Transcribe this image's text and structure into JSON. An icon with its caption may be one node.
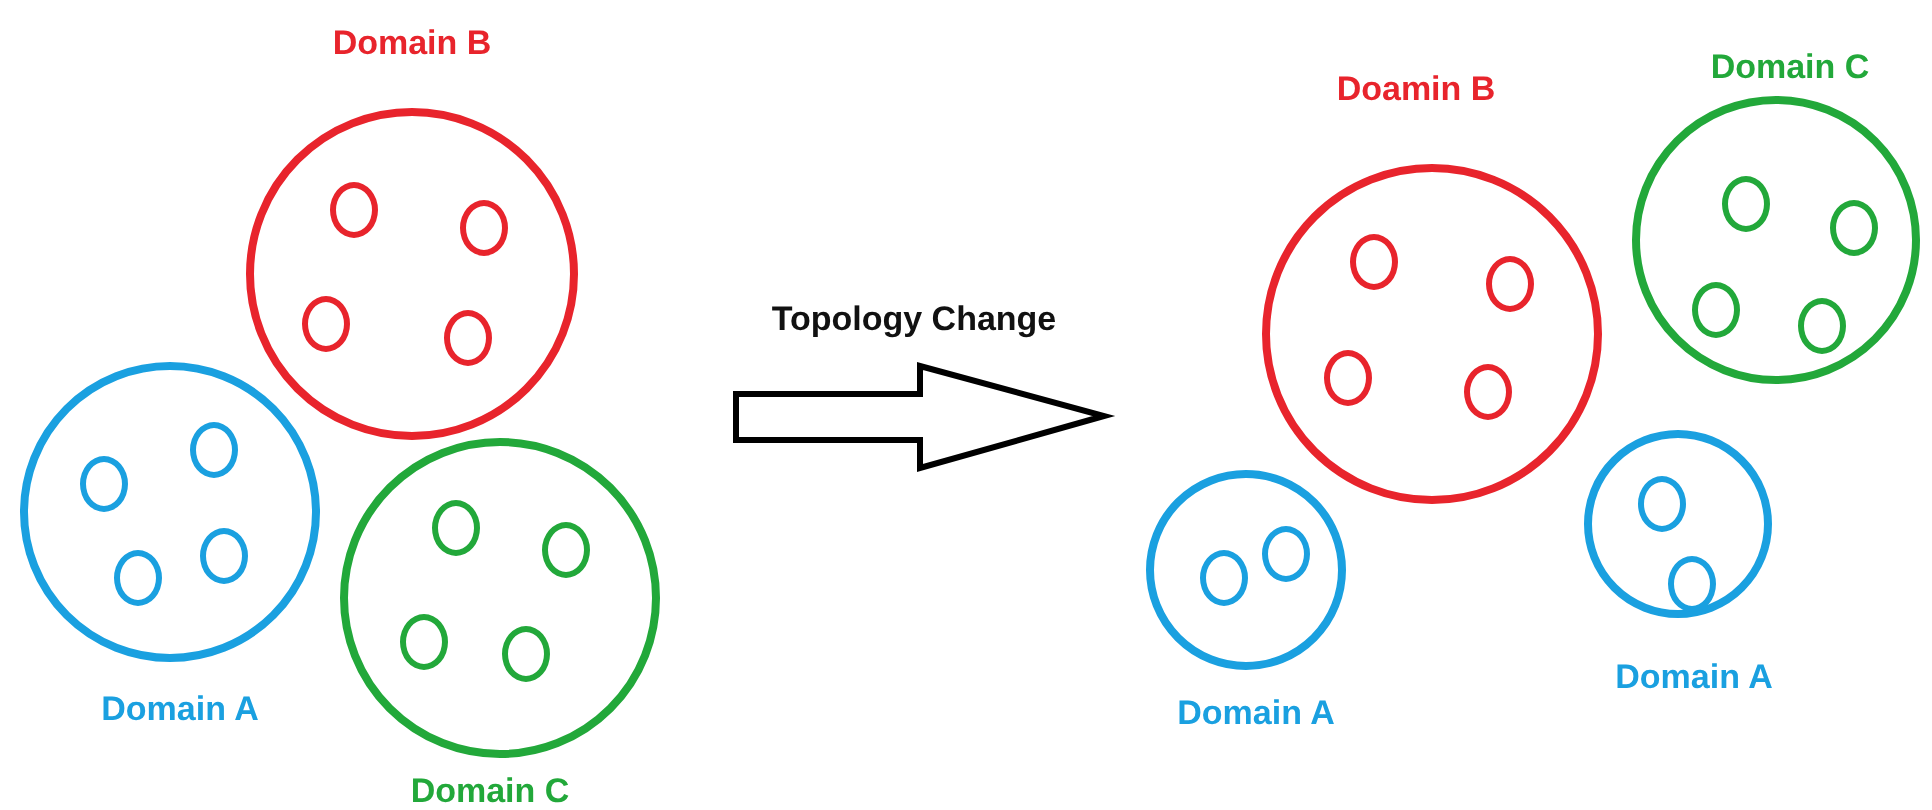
{
  "diagram": {
    "nodes": [
      {
        "text": [
          "Domain B"
        ]
      },
      {
        "text": [],
        "shape": "circle",
        "in": 0
      },
      {
        "text": [],
        "shape": "circle",
        "in": 0
      },
      {
        "text": [],
        "shape": "circle",
        "in": 0
      },
      {
        "text": [],
        "shape": "circle",
        "in": 0
      },
      {
        "text": [
          "Domain A"
        ]
      },
      {
        "text": [],
        "shape": "circle",
        "in": 5
      },
      {
        "text": [],
        "shape": "circle",
        "in": 5
      },
      {
        "text": [],
        "shape": "circle",
        "in": 5
      },
      {
        "text": [],
        "shape": "circle",
        "in": 5
      },
      {
        "text": [
          "Domain C"
        ]
      },
      {
        "text": [],
        "shape": "circle",
        "in": 10
      },
      {
        "text": [],
        "shape": "circle",
        "in": 10
      },
      {
        "text": [],
        "shape": "circle",
        "in": 10
      },
      {
        "text": [],
        "shape": "circle",
        "in": 10
      },
      {
        "text": [
          "Doamin B"
        ]
      },
      {
        "text": [],
        "shape": "circle",
        "in": 15
      },
      {
        "text": [],
        "shape": "circle",
        "in": 15
      },
      {
        "text": [],
        "shape": "circle",
        "in": 15
      },
      {
        "text": [],
        "shape": "circle",
        "in": 15
      },
      {
        "text": [
          "Domain C"
        ]
      },
      {
        "text": [],
        "shape": "circle",
        "in": 20
      },
      {
        "text": [],
        "shape": "circle",
        "in": 20
      },
      {
        "text": [],
        "shape": "circle",
        "in": 20
      },
      {
        "text": [],
        "shape": "circle",
        "in": 20
      },
      {
        "text": [
          "Domain A"
        ]
      },
      {
        "text": [],
        "shape": "circle",
        "in": 25
      },
      {
        "text": [],
        "shape": "circle",
        "in": 25
      },
      {
        "text": [
          "Domain A"
        ]
      },
      {
        "text": [],
        "shape": "circle",
        "in": 28
      },
      {
        "text": [],
        "shape": "circle",
        "in": 28
      }
    ],
    "edges": [],
    "labels": [
      "Topology Change"
    ]
  }
}
